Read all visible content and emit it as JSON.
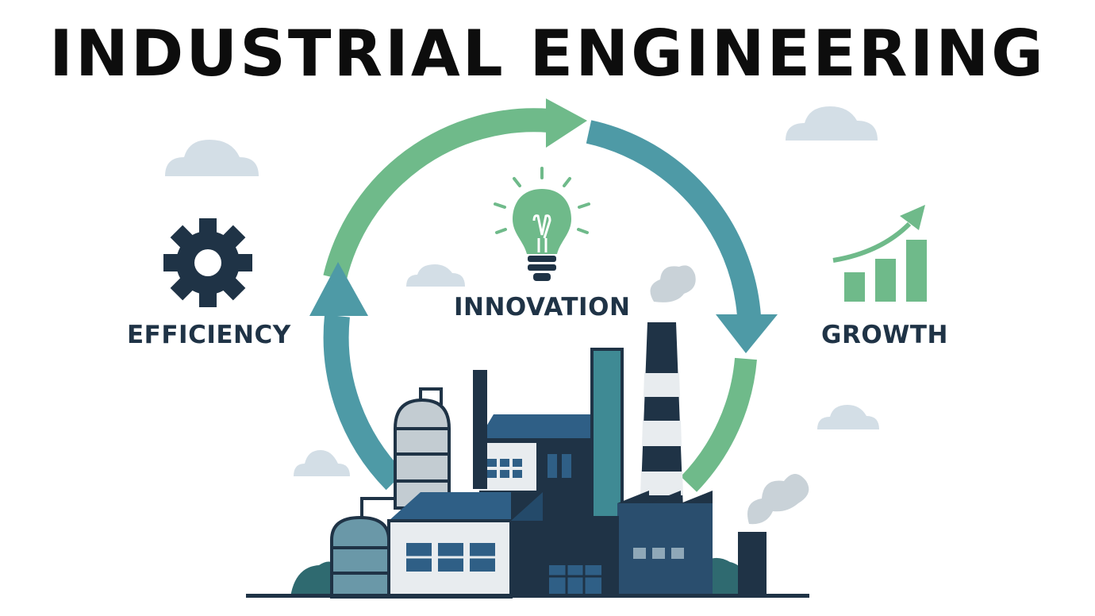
{
  "title": "INDUSTRIAL ENGINEERING",
  "labels": {
    "efficiency": "EFFICIENCY",
    "innovation": "INNOVATION",
    "growth": "GROWTH"
  },
  "icons": {
    "efficiency": "gear-icon",
    "innovation": "lightbulb-icon",
    "growth": "bar-chart-growth-icon",
    "illustration": "factory-icon",
    "cycle": "cycle-arrows-icon"
  },
  "colors": {
    "title": "#0d0d0d",
    "label": "#1f3346",
    "green": "#6fba8a",
    "teal": "#4e9aa6",
    "navy": "#1f3346",
    "factory_blue": "#2f5f86",
    "cloud": "#d3dee6"
  }
}
